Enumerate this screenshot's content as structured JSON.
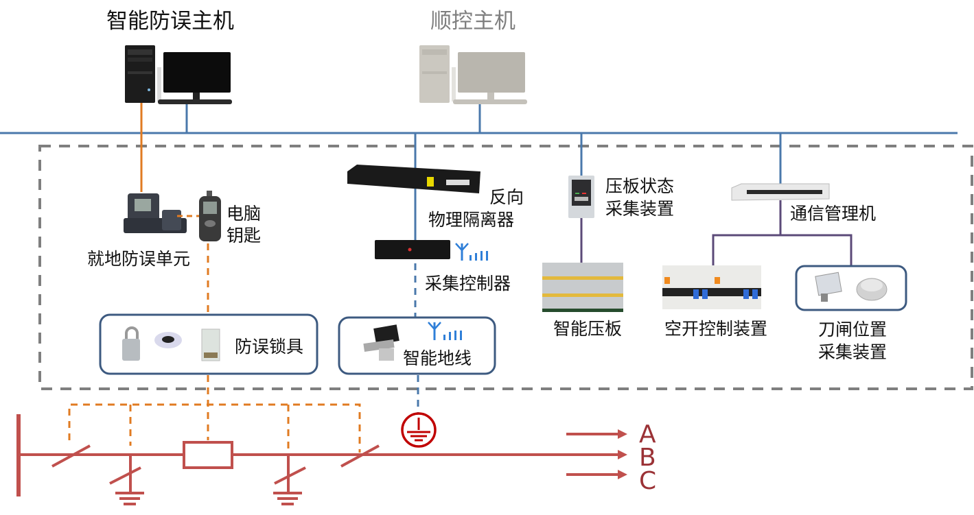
{
  "colors": {
    "network_bus": "#4a78ab",
    "orange_link": "#e07b22",
    "purple_link": "#5b4a78",
    "boundary_dash": "#7f7f7f",
    "power_line": "#c0504d",
    "ground_symbol": "#c00000",
    "group_box": "#3d5a80",
    "wireless": "#2f7fd8",
    "phase_label": "#9b3236",
    "inactive_text": "#7f7f7f"
  },
  "hosts": {
    "anti_misoperation_host": {
      "label": "智能防误主机",
      "state": "active"
    },
    "sequence_control_host": {
      "label": "顺控主机",
      "state": "inactive"
    }
  },
  "devices": {
    "local_unit": {
      "label": "就地防误单元"
    },
    "computer_key": {
      "label_line1": "电脑",
      "label_line2": "钥匙"
    },
    "locks": {
      "label": "防误锁具"
    },
    "isolator": {
      "label_line1": "反向",
      "label_line2": "物理隔离器"
    },
    "collector_controller": {
      "label": "采集控制器"
    },
    "smart_ground": {
      "label": "智能地线"
    },
    "plate_status_device": {
      "label_line1": "压板状态",
      "label_line2": "采集装置"
    },
    "smart_plate": {
      "label": "智能压板"
    },
    "comm_manager": {
      "label": "通信管理机"
    },
    "breaker_control": {
      "label": "空开控制装置"
    },
    "switch_position": {
      "label_line1": "刀闸位置",
      "label_line2": "采集装置"
    }
  },
  "phases": [
    "A",
    "B",
    "C"
  ],
  "icons": {
    "host_pc": "desktop-computer-icon",
    "wireless": "antenna-signal-icon",
    "ground": "protective-earth-icon"
  }
}
